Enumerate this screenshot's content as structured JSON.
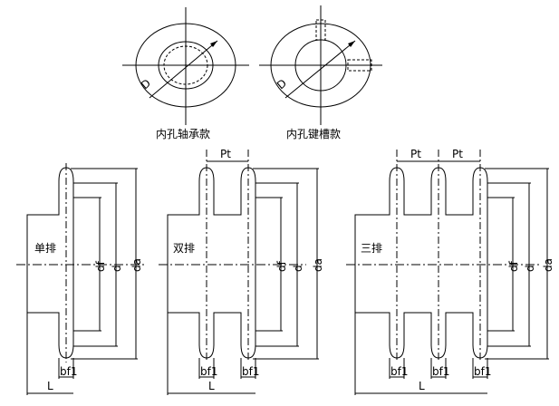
{
  "top_views": {
    "bearing": {
      "caption": "内孔轴承款",
      "dim": "D"
    },
    "keyway": {
      "caption": "内孔键槽款",
      "dim": "D"
    }
  },
  "side_views": {
    "single": {
      "name": "单排",
      "dims": [
        "df",
        "d",
        "da"
      ],
      "bottom": [
        "bf1"
      ],
      "width": "L",
      "pitch": []
    },
    "double": {
      "name": "双排",
      "dims": [
        "df",
        "d",
        "da"
      ],
      "bottom": [
        "bf1",
        "bf1"
      ],
      "width": "L",
      "pitch": [
        "Pt"
      ]
    },
    "triple": {
      "name": "三排",
      "dims": [
        "df",
        "d",
        "da"
      ],
      "bottom": [
        "bf1",
        "bf1",
        "bf1"
      ],
      "width": "L",
      "pitch": [
        "Pt",
        "Pt"
      ]
    }
  }
}
